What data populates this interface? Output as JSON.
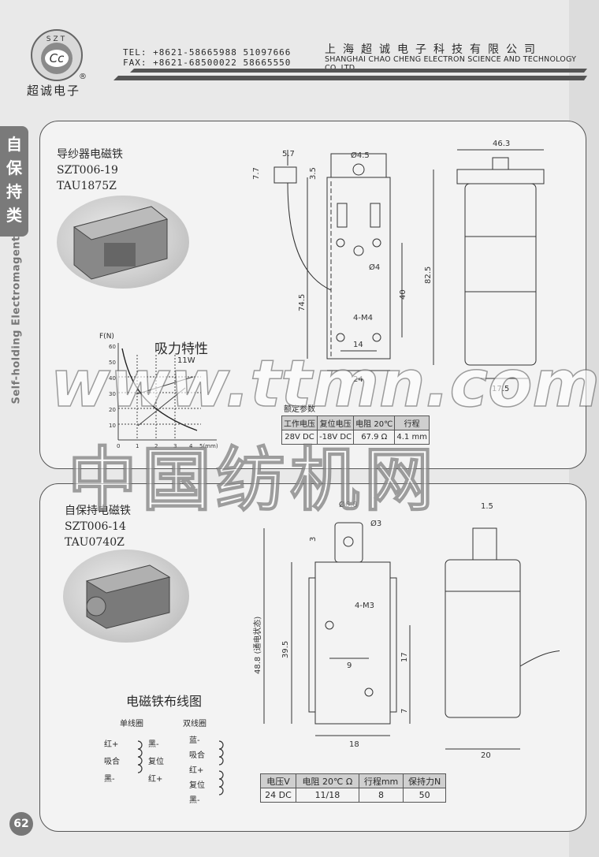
{
  "header": {
    "logo_letters": "SZT",
    "logo_mark": "Cc",
    "logo_reg": "®",
    "logo_text": "超诚电子",
    "tel": "TEL: +8621-58665988 51097666",
    "fax": "FAX: +8621-68500022 58665550",
    "company_cn": "上海超诚电子科技有限公司",
    "company_en": "SHANGHAI CHAO CHENG ELECTRON SCIENCE AND TECHNOLOGY CO.,LTD."
  },
  "side": {
    "tab_chars": [
      "自",
      "保",
      "持",
      "类"
    ],
    "vertical_label": "Self-holding Electromagent"
  },
  "product1": {
    "name": "导纱器电磁铁",
    "model": "SZT006-19",
    "code": "TAU1875Z",
    "graph_title": "吸力特性",
    "graph_y_axis": "F(N)",
    "graph_y_ticks": [
      "60",
      "50",
      "40",
      "30",
      "20",
      "10"
    ],
    "graph_x_ticks": [
      "0",
      "1",
      "2",
      "3",
      "4",
      "5(mm)"
    ],
    "graph_curve_label": "11W",
    "dims": {
      "a": "5.7",
      "b": "7.7",
      "c": "3.5",
      "d": "Ø4.5",
      "e": "Ø4",
      "f": "74.5",
      "g": "40",
      "h": "4-M4",
      "i": "14",
      "j": "24",
      "k": "46.3",
      "l": "82.5",
      "m": "17.5"
    },
    "spec_title": "额定参数",
    "spec_headers": [
      "工作电压",
      "复位电压",
      "电阻 20℃",
      "行程"
    ],
    "spec_values": [
      "28V DC",
      "-18V DC",
      "67.9 Ω",
      "4.1 mm"
    ]
  },
  "product2": {
    "name": "自保持电磁铁",
    "model": "SZT006-14",
    "code": "TAU0740Z",
    "dims": {
      "a": "Ø6.8",
      "b": "Ø3",
      "c": "3",
      "d": "48.8 (通电状态)",
      "e": "39.5",
      "f": "4-M3",
      "g": "9",
      "h": "17",
      "i": "7",
      "j": "18",
      "k": "1.5",
      "l": "20"
    },
    "wiring_title": "电磁铁布线图",
    "single_coil": "单线圈",
    "double_coil": "双线圈",
    "single_left": [
      "红+",
      "吸合",
      "黑-"
    ],
    "single_right": [
      "黑-",
      "复位",
      "红+"
    ],
    "double_left": [
      "蓝-",
      "吸合",
      "红+",
      "复位",
      "黑-"
    ],
    "spec_headers": [
      "电压V",
      "电阻 20℃ Ω",
      "行程mm",
      "保持力N"
    ],
    "spec_values": [
      "24 DC",
      "11/18",
      "8",
      "50"
    ]
  },
  "watermark": {
    "line1": "www.ttmn.com",
    "line2": "中国纺机网"
  },
  "page_number": "62"
}
